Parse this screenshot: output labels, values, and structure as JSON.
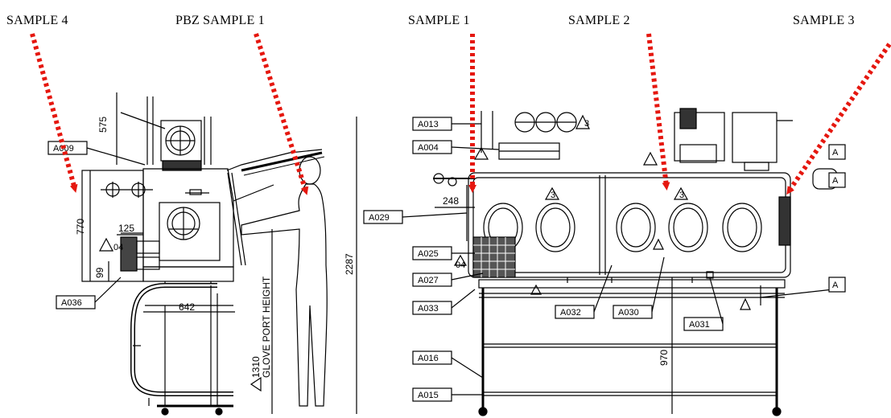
{
  "sample_labels": {
    "sample4": "SAMPLE 4",
    "pbz_sample1": "PBZ SAMPLE 1",
    "sample1": "SAMPLE 1",
    "sample2": "SAMPLE 2",
    "sample3": "SAMPLE 3"
  },
  "side_view": {
    "tags": {
      "a009": "A009",
      "a036": "A036"
    },
    "dimensions": {
      "d575": "575",
      "d770": "770",
      "d125": "125",
      "d99": "99",
      "d642": "642",
      "d1310": "1310",
      "d2287": "2287",
      "d04": "04"
    },
    "glove_port_label": "GLOVE PORT HEIGHT"
  },
  "front_view": {
    "tags": {
      "a013": "A013",
      "a004": "A004",
      "a029": "A029",
      "a025": "A025",
      "a027": "A027",
      "a033": "A033",
      "a032": "A032",
      "a030": "A030",
      "a031": "A031",
      "a016": "A016",
      "a015": "A015",
      "edge1": "A",
      "edge2": "A",
      "edge3": "A"
    },
    "dimensions": {
      "d248": "248",
      "d970": "970",
      "d04": "04"
    },
    "revision_mark": "3"
  },
  "colors": {
    "arrow": "#e5170f",
    "drawing": "#000000"
  }
}
